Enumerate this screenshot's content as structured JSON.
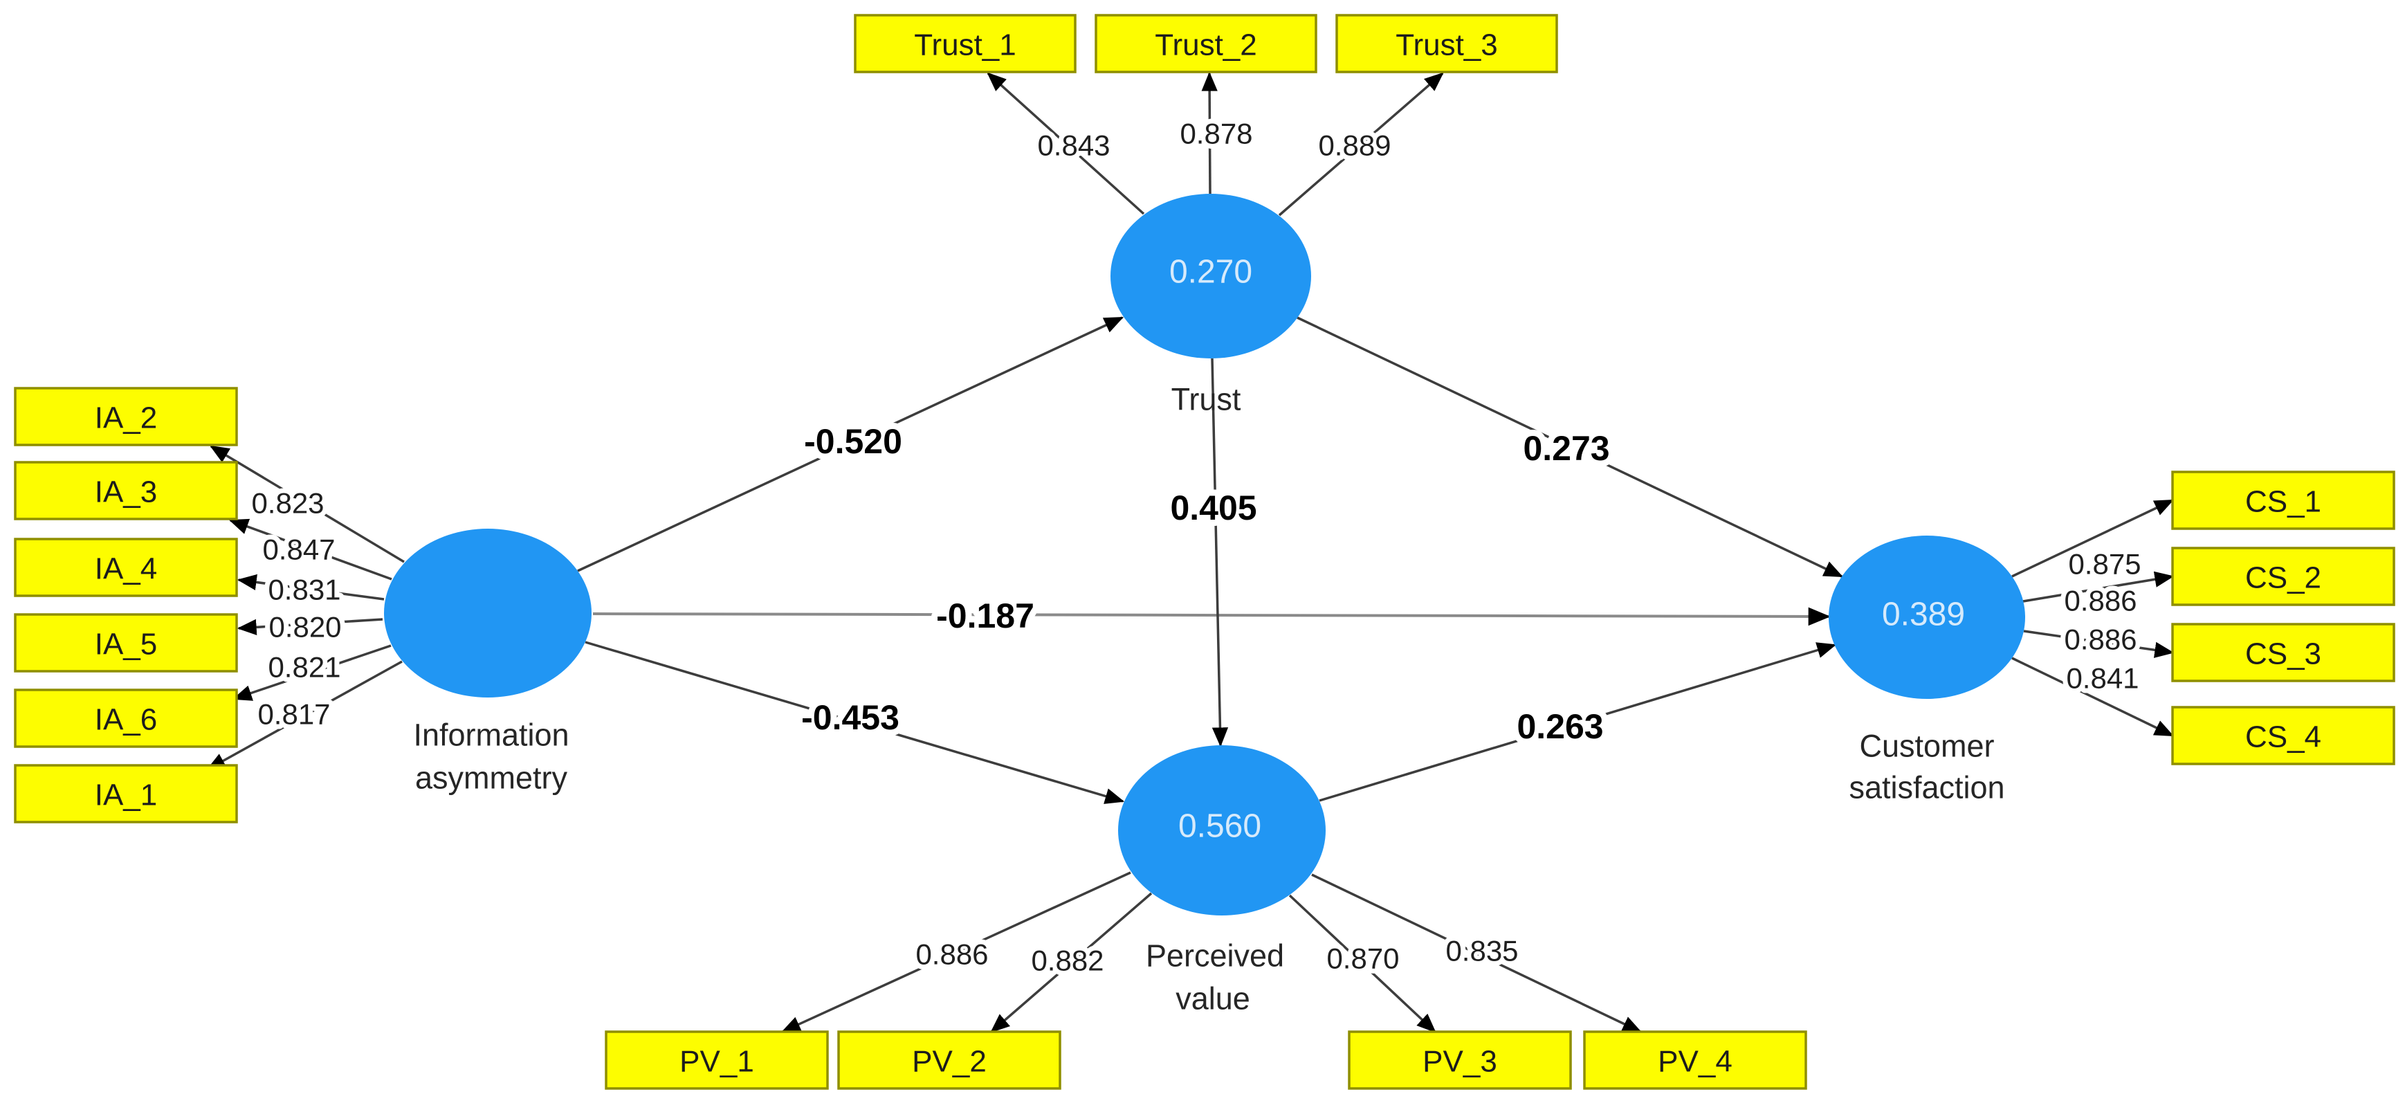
{
  "diagram": {
    "type": "pls-sem-path-model",
    "colors": {
      "construct_fill": "#2196f3",
      "construct_value_text": "#d6eafb",
      "indicator_fill": "#fdfd00",
      "indicator_border": "#8f8f00",
      "line": "#3d3d3d",
      "line_secondary": "#8a8a8a",
      "arrowhead": "#000000",
      "text": "#1c1c1c"
    },
    "constructs": {
      "trust": {
        "name": "Trust",
        "label_line1": "Trust",
        "label_line2": "",
        "r_squared": "0.270"
      },
      "information_asymmetry": {
        "name": "Information asymmetry",
        "label_line1": "Information",
        "label_line2": "asymmetry",
        "r_squared": ""
      },
      "perceived_value": {
        "name": "Perceived value",
        "label_line1": "Perceived",
        "label_line2": "value",
        "r_squared": "0.560"
      },
      "customer_satisfaction": {
        "name": "Customer satisfaction",
        "label_line1": "Customer",
        "label_line2": "satisfaction",
        "r_squared": "0.389"
      }
    },
    "indicators": {
      "trust_1": {
        "label": "Trust_1",
        "loading": "0.843",
        "construct": "Trust"
      },
      "trust_2": {
        "label": "Trust_2",
        "loading": "0.878",
        "construct": "Trust"
      },
      "trust_3": {
        "label": "Trust_3",
        "loading": "0.889",
        "construct": "Trust"
      },
      "ia_2": {
        "label": "IA_2",
        "loading": "0.823",
        "construct": "Information asymmetry"
      },
      "ia_3": {
        "label": "IA_3",
        "loading": "0.847",
        "construct": "Information asymmetry"
      },
      "ia_4": {
        "label": "IA_4",
        "loading": "0.831",
        "construct": "Information asymmetry"
      },
      "ia_5": {
        "label": "IA_5",
        "loading": "0.820",
        "construct": "Information asymmetry"
      },
      "ia_6": {
        "label": "IA_6",
        "loading": "0.821",
        "construct": "Information asymmetry"
      },
      "ia_1": {
        "label": "IA_1",
        "loading": "0.817",
        "construct": "Information asymmetry"
      },
      "cs_1": {
        "label": "CS_1",
        "loading": "0.875",
        "construct": "Customer satisfaction"
      },
      "cs_2": {
        "label": "CS_2",
        "loading": "0.886",
        "construct": "Customer satisfaction"
      },
      "cs_3": {
        "label": "CS_3",
        "loading": "0.886",
        "construct": "Customer satisfaction"
      },
      "cs_4": {
        "label": "CS_4",
        "loading": "0.841",
        "construct": "Customer satisfaction"
      },
      "pv_1": {
        "label": "PV_1",
        "loading": "0.886",
        "construct": "Perceived value"
      },
      "pv_2": {
        "label": "PV_2",
        "loading": "0.882",
        "construct": "Perceived value"
      },
      "pv_3": {
        "label": "PV_3",
        "loading": "0.870",
        "construct": "Perceived value"
      },
      "pv_4": {
        "label": "PV_4",
        "loading": "0.835",
        "construct": "Perceived value"
      }
    },
    "paths": {
      "ia_to_trust": {
        "from": "Information asymmetry",
        "to": "Trust",
        "coefficient": "-0.520"
      },
      "ia_to_cs": {
        "from": "Information asymmetry",
        "to": "Customer satisfaction",
        "coefficient": "-0.187"
      },
      "ia_to_pv": {
        "from": "Information asymmetry",
        "to": "Perceived value",
        "coefficient": "-0.453"
      },
      "trust_to_cs": {
        "from": "Trust",
        "to": "Customer satisfaction",
        "coefficient": "0.273"
      },
      "trust_to_pv": {
        "from": "Trust",
        "to": "Perceived value",
        "coefficient": "0.405"
      },
      "pv_to_cs": {
        "from": "Perceived value",
        "to": "Customer satisfaction",
        "coefficient": "0.263"
      }
    }
  }
}
